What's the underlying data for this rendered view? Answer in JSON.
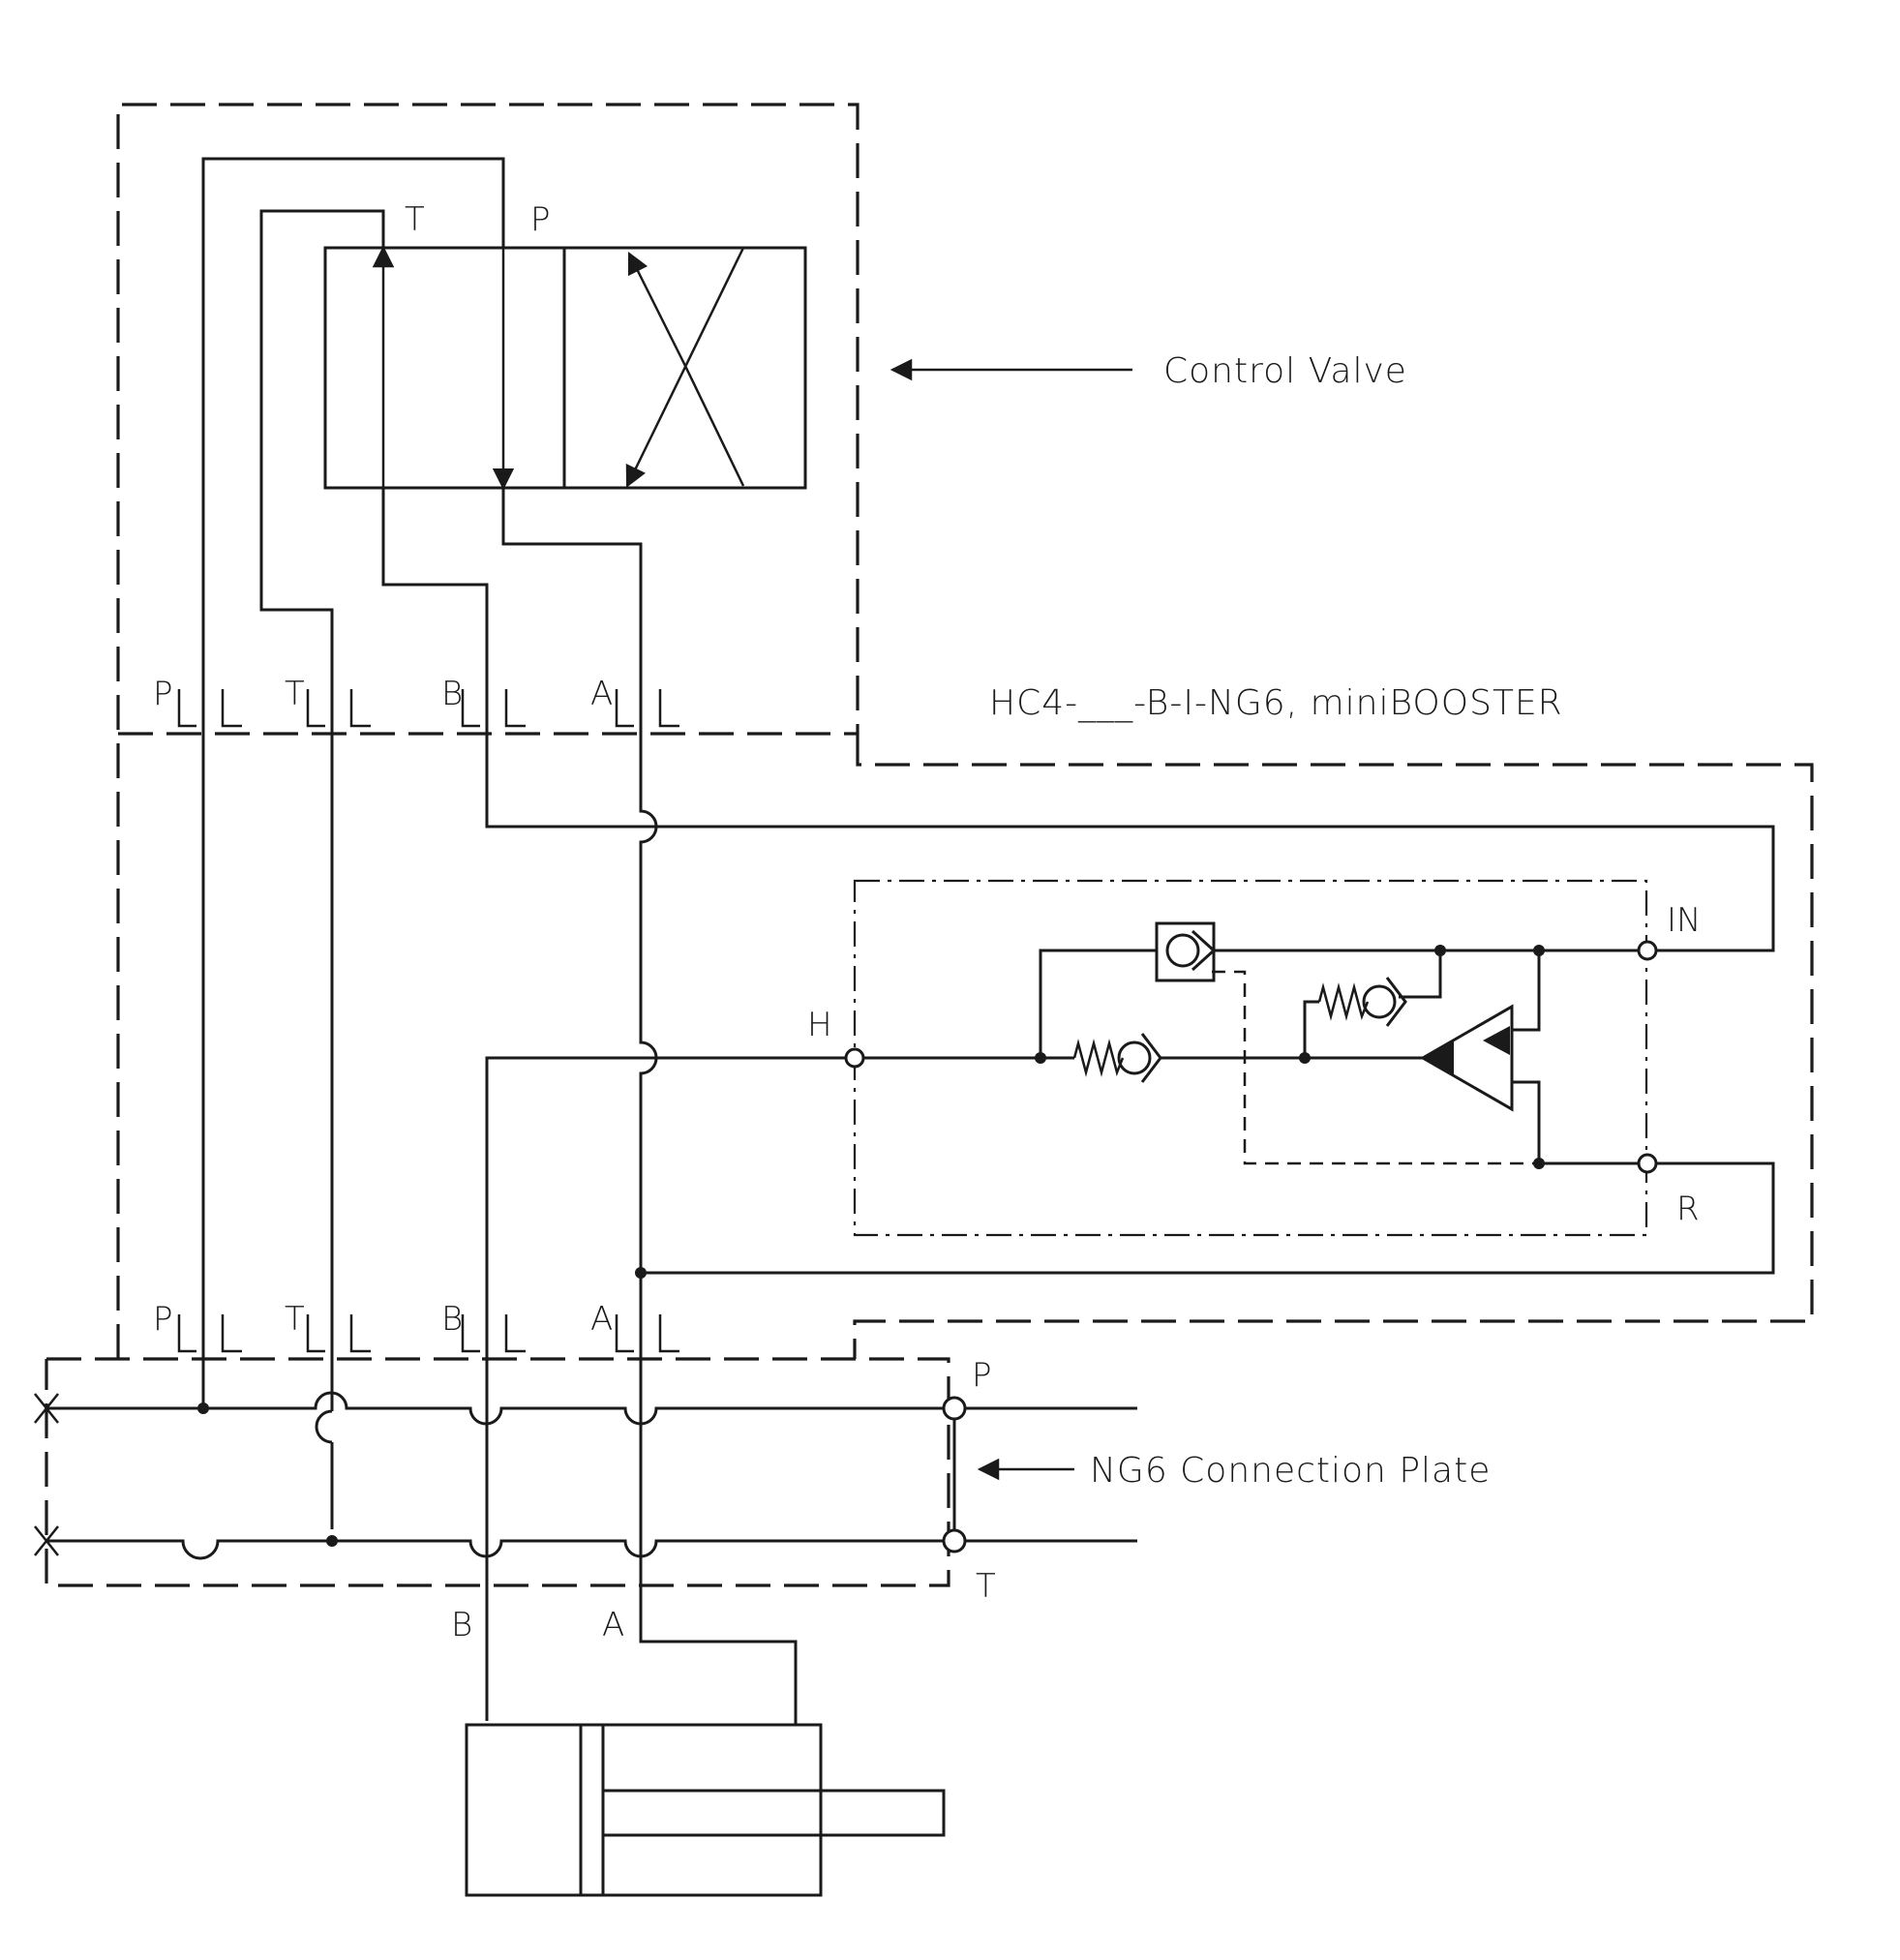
{
  "annotations": {
    "control_valve": "Control Valve",
    "minibooster": "HC4-___-B-I-NG6, miniBOOSTER",
    "connection_plate": "NG6 Connection Plate"
  },
  "valve_ports": {
    "t": "T",
    "p": "P"
  },
  "interface_upper": [
    "P",
    "T",
    "B",
    "A"
  ],
  "interface_lower": [
    "P",
    "T",
    "B",
    "A"
  ],
  "booster_ports": {
    "in": "IN",
    "h": "H",
    "r": "R"
  },
  "plate_ports": {
    "p": "P",
    "t": "T"
  },
  "cylinder_ports": {
    "b": "B",
    "a": "A"
  }
}
